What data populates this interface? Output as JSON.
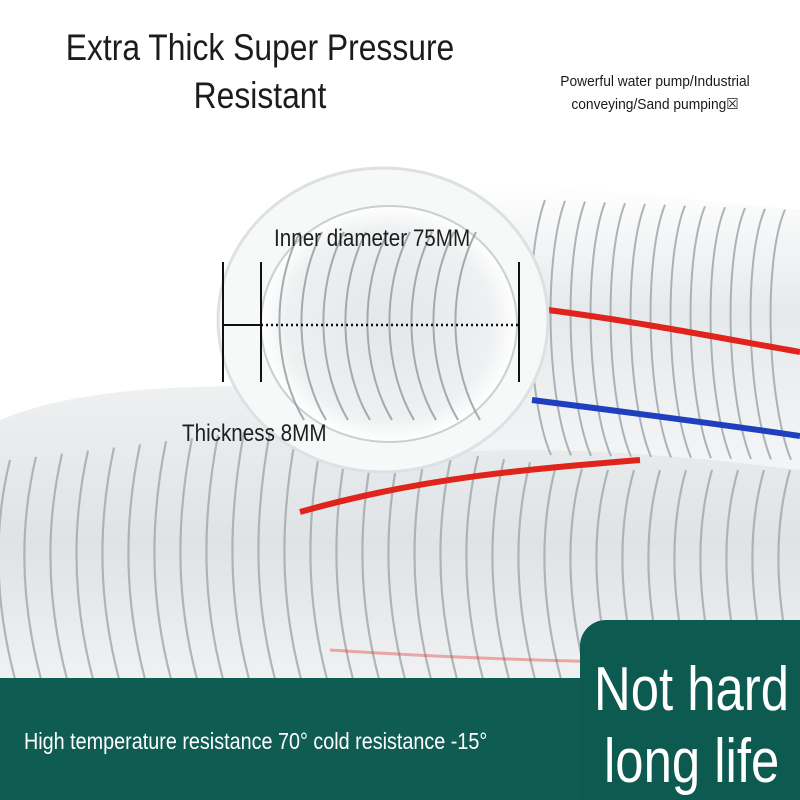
{
  "headline": {
    "line1": "Extra Thick Super Pressure",
    "line2": "Resistant"
  },
  "subheadline": {
    "line1": "Powerful water pump/Industrial",
    "line2": "conveying/Sand pumping☒"
  },
  "dimensions": {
    "inner_diameter_label": "Inner diameter 75MM",
    "thickness_label": "Thickness 8MM"
  },
  "banner": {
    "text": "High temperature resistance 70° cold resistance -15°",
    "color": "#0f5c53"
  },
  "callout": {
    "line1": "Not hard",
    "line2": "long life"
  },
  "stripe_colors": {
    "red": "#e0231b",
    "blue": "#1f3fbf"
  }
}
